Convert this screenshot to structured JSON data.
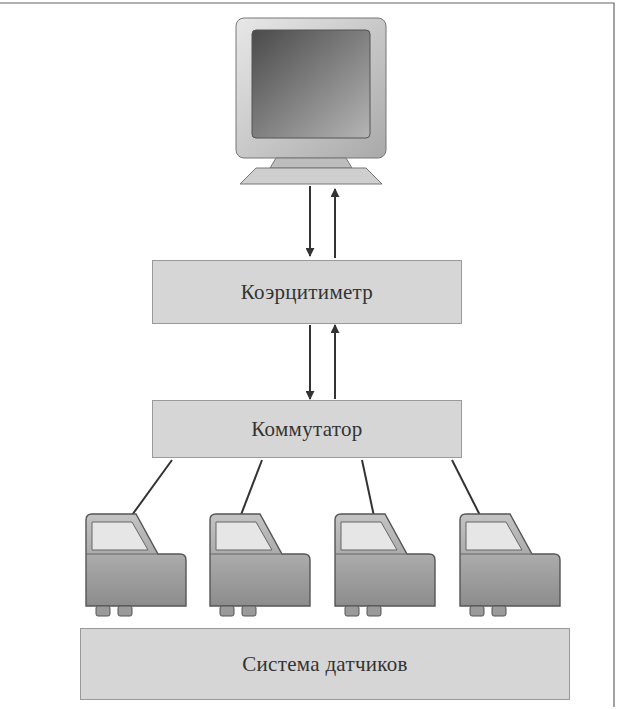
{
  "diagram": {
    "nodes": [
      {
        "text": [
          "Коэрцитиметр"
        ]
      },
      {
        "text": [
          "Коммутатор"
        ]
      },
      {
        "text": [
          "Система датчиков"
        ]
      }
    ],
    "edges": [
      {
        "from": 0,
        "to": 1,
        "arrow": "to"
      },
      {
        "from": 1,
        "to": 0,
        "arrow": "to"
      }
    ]
  }
}
